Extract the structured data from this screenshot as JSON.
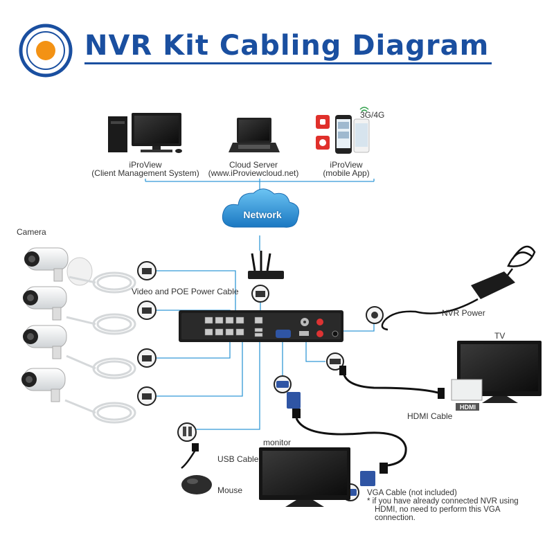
{
  "title": "NVR Kit Cabling Diagram",
  "top_devices": {
    "pc": {
      "label": "iProView",
      "sub": "(Client Management System)"
    },
    "cloud": {
      "label": "Cloud Server",
      "sub": "(www.iProviewcloud.net)"
    },
    "mobile": {
      "label": "iProView",
      "sub": "(mobile App)",
      "network_label": "3G/4G"
    }
  },
  "network_label": "Network",
  "camera_label": "Camera",
  "cable_labels": {
    "video_poe": "Video and POE Power Cable",
    "nvr_power": "NVR Power",
    "hdmi_cable": "HDMI Cable",
    "usb_cable": "USB Cable",
    "vga_cable": "VGA Cable (not included)"
  },
  "device_labels": {
    "tv": "TV",
    "monitor": "monitor",
    "mouse": "Mouse",
    "hdmi_tag": "HDMI"
  },
  "vga_note": {
    "line1": "*  if you have already connected NVR using",
    "line2": "HDMI, no need to perform this VGA",
    "line3": "connection."
  },
  "colors": {
    "title": "#1a4fa0",
    "line": "#3399d6",
    "logo_orange": "#f39214",
    "logo_ring": "#1a4fa0"
  }
}
